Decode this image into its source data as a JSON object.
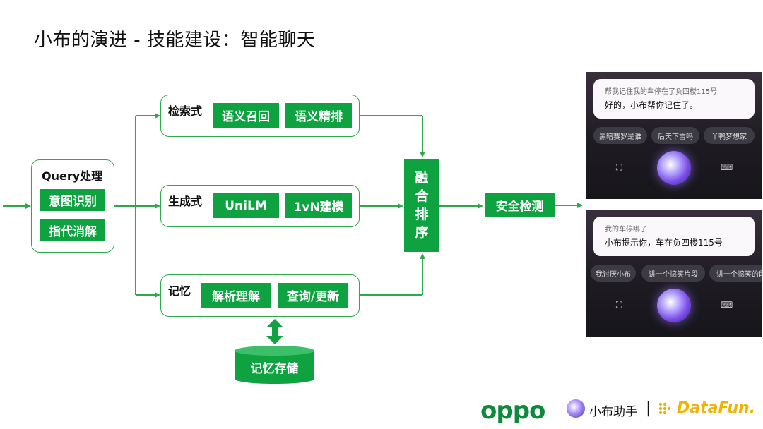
{
  "title": "小布的演进 - 技能建设：智能聊天",
  "query": {
    "label": "Query处理",
    "steps": [
      "意图识别",
      "指代消解"
    ]
  },
  "branches": [
    {
      "label": "检索式",
      "steps": [
        "语义召回",
        "语义精排"
      ]
    },
    {
      "label": "生成式",
      "steps": [
        "UniLM",
        "1vN建模"
      ]
    },
    {
      "label": "记忆",
      "steps": [
        "解析理解",
        "查询/更新"
      ]
    }
  ],
  "fusion": [
    "融",
    "合",
    "排",
    "序"
  ],
  "safety": "安全检测",
  "storage": "记忆存储",
  "phones": [
    {
      "query": "帮我记住我的车停在了负四楼115号",
      "answer": "好的，小布帮你记住了。",
      "chips": [
        "黑暗赛罗是谁",
        "后天下雪吗",
        "丫鸭梦想家"
      ]
    },
    {
      "query": "我的车停哪了",
      "answer": "小布提示你，车在负四楼115号",
      "chips": [
        "我讨厌小布",
        "讲一个搞笑片段",
        "讲一个搞笑的段"
      ]
    }
  ],
  "footer": {
    "oppo": "oppo",
    "assistant": "小布助手",
    "separator": "|",
    "datafun": "DataFun."
  },
  "colors": {
    "accent": "#0ea241",
    "border": "#2ea84a"
  }
}
